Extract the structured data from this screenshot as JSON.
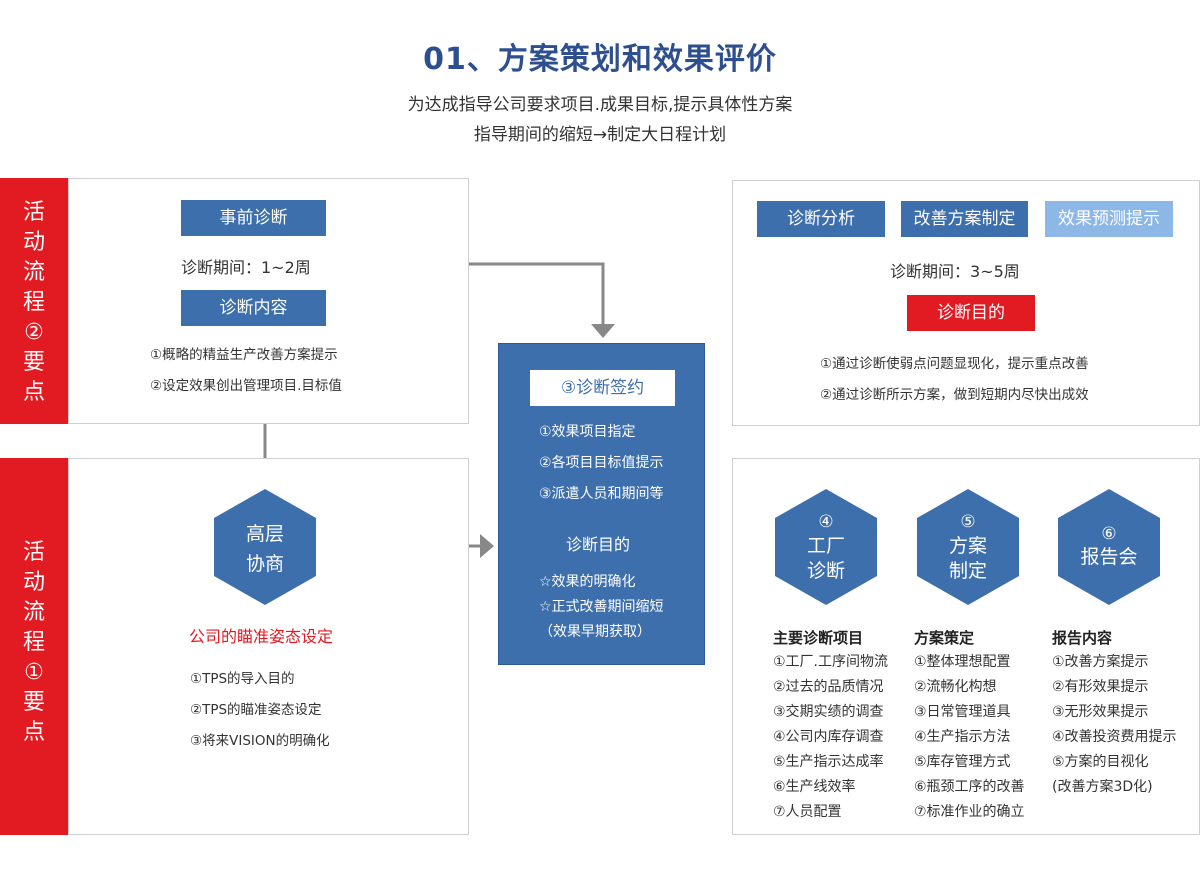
{
  "header": {
    "title": "01、方案策划和效果评价",
    "subtitle_line1": "为达成指导公司要求项目.成果目标,提示具体性方案",
    "subtitle_line2": "指导期间的缩短→制定大日程计划"
  },
  "colors": {
    "accent_blue": "#3d6fad",
    "accent_red": "#e21b22",
    "light_blue": "#8db7e6"
  },
  "side_labels": {
    "top": [
      "活",
      "动",
      "流",
      "程",
      "②",
      "要",
      "点"
    ],
    "bottom": [
      "活",
      "动",
      "流",
      "程",
      "①",
      "要",
      "点"
    ]
  },
  "step2_panel": {
    "label1": "事前诊断",
    "period": "诊断期间：1~2周",
    "label2": "诊断内容",
    "items": [
      "①概略的精益生产改善方案提示",
      "②设定效果创出管理项目.目标值"
    ]
  },
  "step1_panel": {
    "hexagon": [
      "高层",
      "协商"
    ],
    "red_text": "公司的瞄准姿态设定",
    "items": [
      "①TPS的导入目的",
      "②TPS的瞄准姿态设定",
      "③将来VISION的明确化"
    ]
  },
  "center_box": {
    "tag": "③诊断签约",
    "items": [
      "①效果项目指定",
      "②各项目目标值提示",
      "③派遣人员和期间等"
    ],
    "purpose_title": "诊断目的",
    "purpose_items": [
      "☆效果的明确化",
      "☆正式改善期间缩短",
      "（效果早期获取）"
    ]
  },
  "right_top_panel": {
    "buttons": [
      "诊断分析",
      "改善方案制定",
      "效果预测提示"
    ],
    "period": "诊断期间：3~5周",
    "purpose_label": "诊断目的",
    "items": [
      "①通过诊断使弱点问题显现化，提示重点改善",
      "②通过诊断所示方案，做到短期内尽快出成效"
    ]
  },
  "right_bottom_panel": {
    "hexagons": [
      {
        "num": "④",
        "lines": [
          "工厂",
          "诊断"
        ]
      },
      {
        "num": "⑤",
        "lines": [
          "方案",
          "制定"
        ]
      },
      {
        "num": "⑥",
        "lines": [
          "报告会"
        ]
      }
    ],
    "columns": [
      {
        "heading": "主要诊断项目",
        "items": [
          "①工厂.工序间物流",
          "②过去的品质情况",
          "③交期实绩的调查",
          "④公司内库存调查",
          "⑤生产指示达成率",
          "⑥生产线效率",
          "⑦人员配置"
        ]
      },
      {
        "heading": "方案策定",
        "items": [
          "①整体理想配置",
          "②流畅化构想",
          "③日常管理道具",
          "④生产指示方法",
          "⑤库存管理方式",
          "⑥瓶颈工序的改善",
          "⑦标准作业的确立"
        ]
      },
      {
        "heading": "报告内容",
        "items": [
          "①改善方案提示",
          "②有形效果提示",
          "③无形效果提示",
          "④改善投资费用提示",
          "⑤方案的目视化",
          "(改善方案3D化)"
        ]
      }
    ]
  }
}
